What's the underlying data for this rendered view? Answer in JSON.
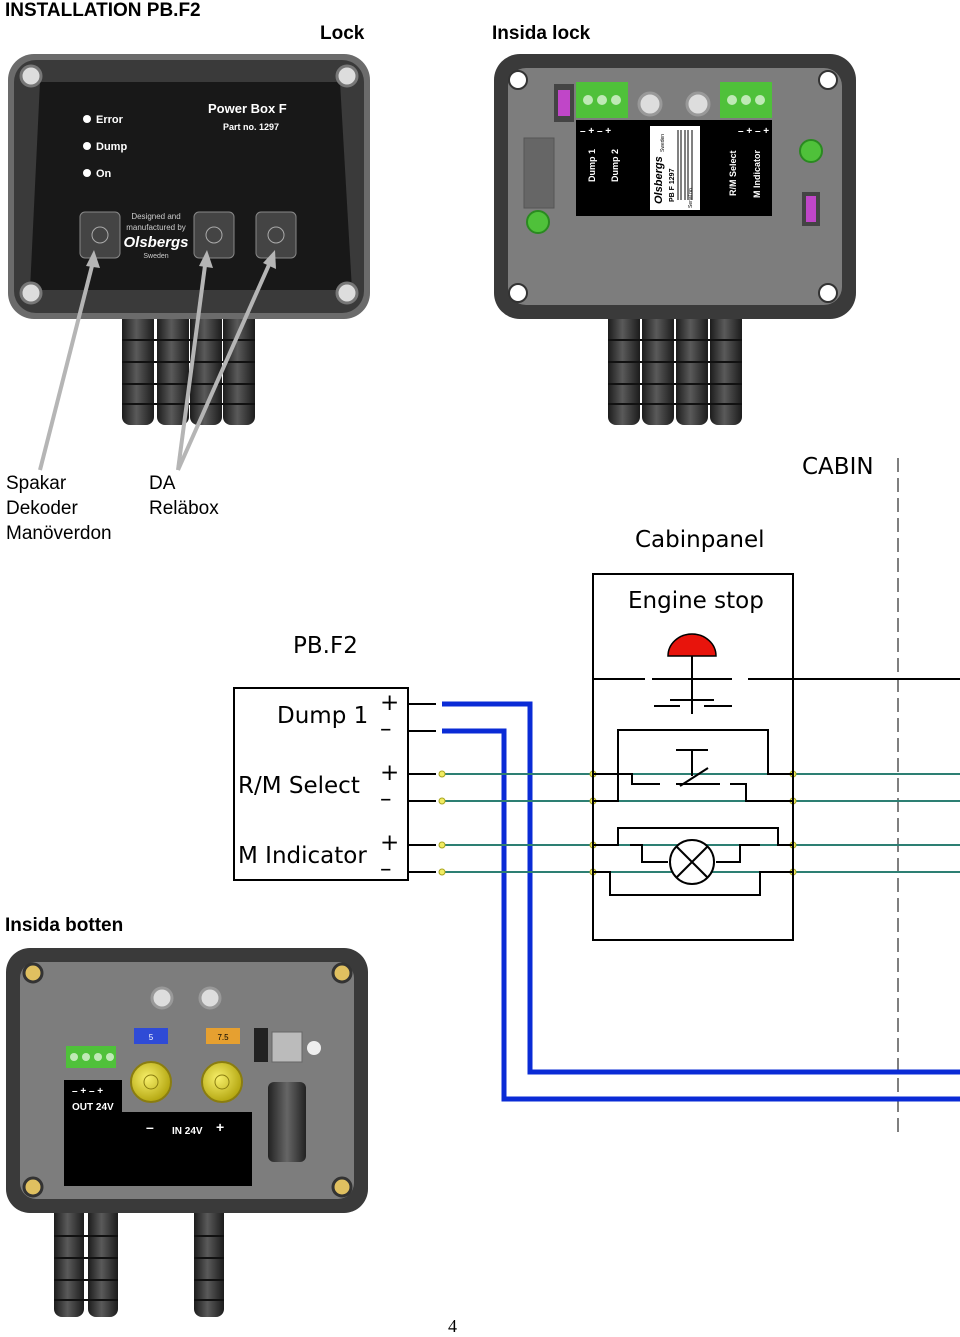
{
  "headings": {
    "title": "INSTALLATION PB.F2",
    "lock": "Lock",
    "inside_lock": "Insida lock",
    "inside_bottom": "Insida botten"
  },
  "labels": {
    "left": [
      "Spakar",
      "Dekoder",
      "Manöverdon"
    ],
    "right": [
      "DA",
      "Reläbox"
    ]
  },
  "lid_device": {
    "name": "Power Box F",
    "part_no": "Part no. 1297",
    "leds": [
      "Error",
      "Dump",
      "On"
    ],
    "maker_line1": "Designed and",
    "maker_line2": "manufactured by",
    "maker_brand": "Olsbergs",
    "maker_country": "Sweden"
  },
  "inside_lid": {
    "terminals_left": [
      "Dump 1",
      "Dump 2"
    ],
    "terminals_right": [
      "R/M Select",
      "M Indicator"
    ],
    "polarity": "– + – +",
    "label_brand": "Olsbergs",
    "label_model": "PB F 1297",
    "label_small": "Sweden",
    "label_serial": "Serial no."
  },
  "inside_bottom": {
    "out_label": "OUT 24V",
    "out_polarity": "– + – +",
    "in_label": "IN 24V",
    "in_minus": "–",
    "in_plus": "+",
    "fuse1": "5",
    "fuse2": "7.5"
  },
  "diagram": {
    "cabin": "CABIN",
    "cabinpanel": "Cabinpanel",
    "engine_stop": "Engine stop",
    "pbf2": "PB.F2",
    "rows": [
      {
        "label": "Dump 1",
        "plus": "+",
        "minus": "–"
      },
      {
        "label": "R/M Select",
        "plus": "+",
        "minus": "–"
      },
      {
        "label": "M Indicator",
        "plus": "+",
        "minus": "–"
      }
    ]
  },
  "colors": {
    "wire_blue": "#0a2bd6",
    "wire_teal": "#2d7f73",
    "stop_red": "#e8140c",
    "device_body": "#3a3a3a",
    "terminal_green": "#4fc13a"
  },
  "page_number": "4"
}
